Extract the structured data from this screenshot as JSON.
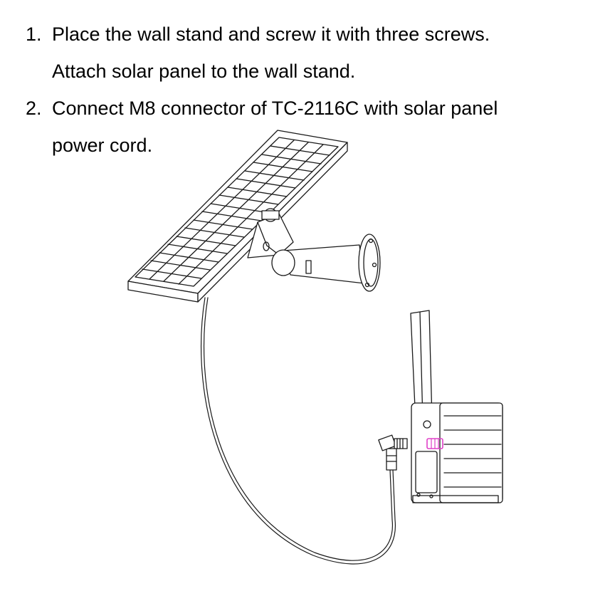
{
  "instructions": {
    "steps": [
      {
        "number": "1.",
        "line1": "Place the wall stand and screw it with three screws.",
        "line2": "Attach solar panel to the wall stand."
      },
      {
        "number": "2.",
        "line1": "Connect M8 connector of TC-2116C with solar panel",
        "line2": "power cord."
      }
    ]
  },
  "colors": {
    "line_art": "#1a1a1a",
    "connector_highlight": "#e040c8",
    "background": "#ffffff"
  }
}
